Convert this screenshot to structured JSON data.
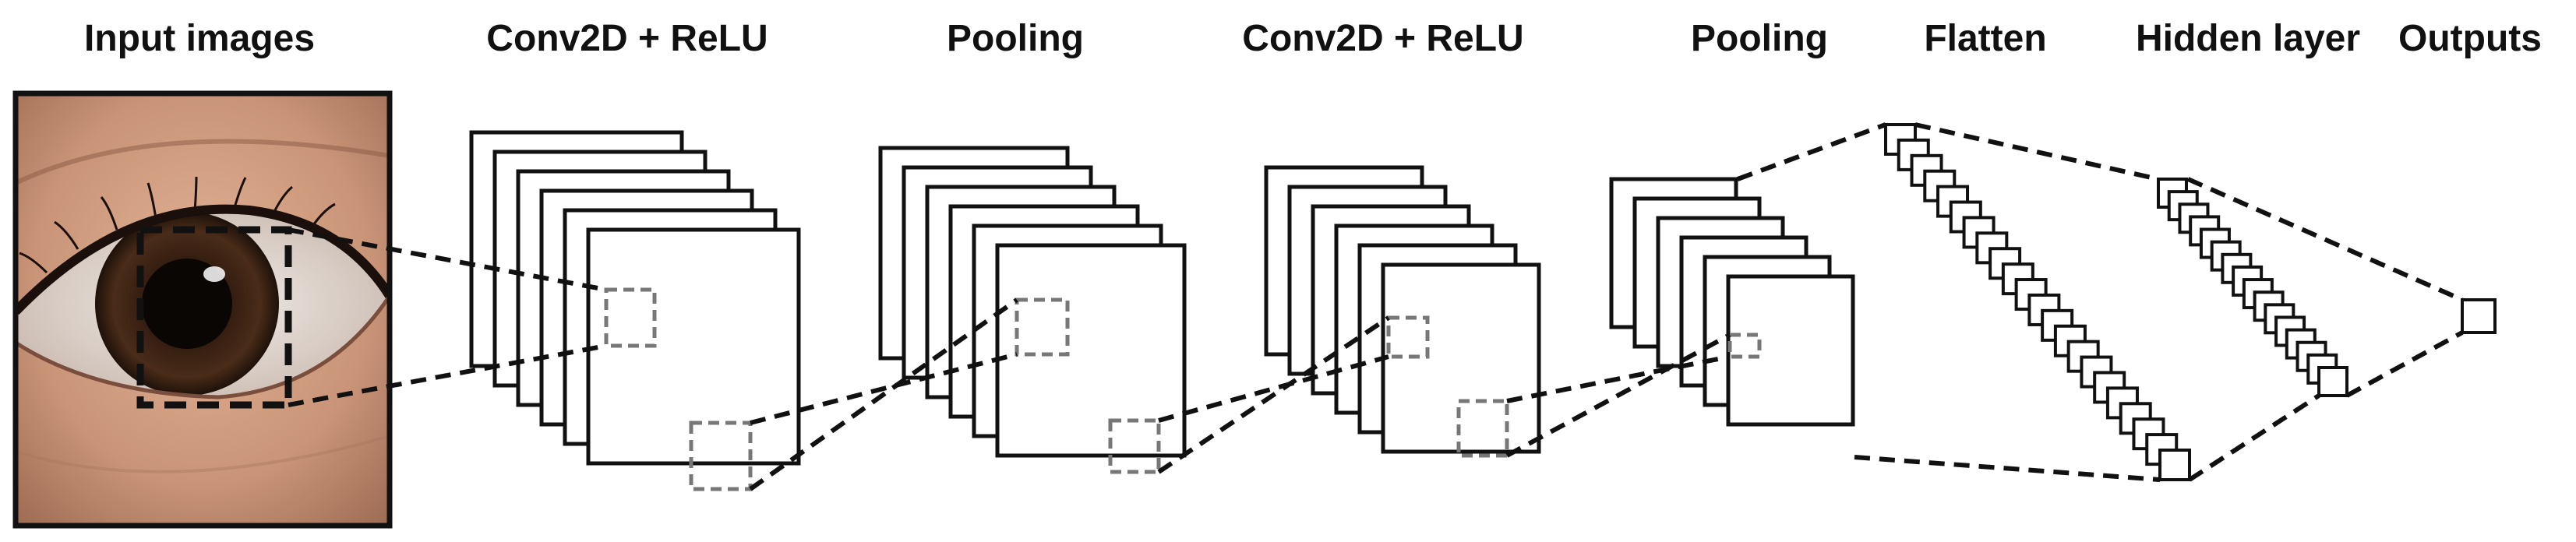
{
  "title_labels": {
    "input": "Input images",
    "conv1": "Conv2D + ReLU",
    "pool1": "Pooling",
    "conv2": "Conv2D + ReLU",
    "pool2": "Pooling",
    "flatten": "Flatten",
    "hidden": "Hidden layer",
    "outputs": "Outputs"
  },
  "input_image": {
    "subject": "close-up photograph of a human eye",
    "region_marker": "dashed rectangle around iris"
  },
  "layers": [
    {
      "name": "Conv2D + ReLU",
      "type": "conv",
      "feature_maps": 6
    },
    {
      "name": "Pooling",
      "type": "pool",
      "feature_maps": 6
    },
    {
      "name": "Conv2D + ReLU",
      "type": "conv",
      "feature_maps": 6
    },
    {
      "name": "Pooling",
      "type": "pool",
      "feature_maps": 6
    },
    {
      "name": "Flatten",
      "type": "vector",
      "units": 22
    },
    {
      "name": "Hidden layer",
      "type": "vector",
      "units": 16
    },
    {
      "name": "Outputs",
      "type": "vector",
      "units": 1
    }
  ],
  "colors": {
    "stroke": "#111111",
    "dashed_box": "#777777",
    "background": "#ffffff",
    "skin": "#c99478",
    "iris": "#3a2215"
  }
}
